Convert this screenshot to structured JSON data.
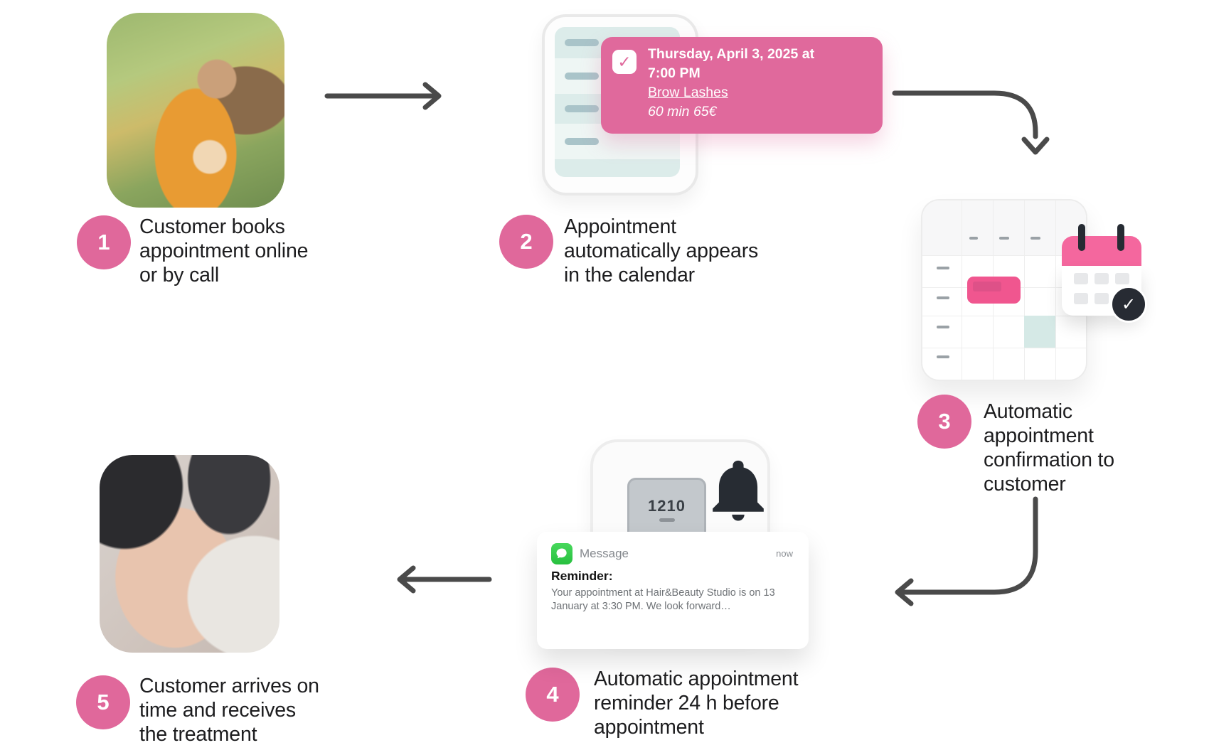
{
  "colors": {
    "accent_pink": "#e0689b",
    "event_pink": "#f0568f",
    "mini_calendar_pink": "#f4679e",
    "arrow_gray": "#4a4a4a",
    "dark_icon": "#272c33",
    "message_green": "#34c759",
    "mint_light": "#dcecea",
    "text_dark": "#1d1d1f"
  },
  "icons": {
    "check_glyph": "✓"
  },
  "steps": [
    {
      "number": "1",
      "lines": [
        "Customer books",
        "appointment online",
        "or by call"
      ]
    },
    {
      "number": "2",
      "lines": [
        "Appointment",
        "automatically appears",
        "in the calendar"
      ]
    },
    {
      "number": "3",
      "lines": [
        "Automatic",
        "appointment",
        "confirmation to",
        "customer"
      ]
    },
    {
      "number": "4",
      "lines": [
        "Automatic appointment",
        "reminder 24 h before",
        "appointment"
      ]
    },
    {
      "number": "5",
      "lines": [
        "Customer arrives on",
        "time and receives",
        "the treatment"
      ]
    }
  ],
  "booking_card": {
    "title_line1": "Thursday, April 3, 2025 at",
    "title_line2": "7:00 PM",
    "service": "Brow Lashes",
    "details": "60 min 65€"
  },
  "phone_clock": {
    "time": "1210"
  },
  "reminder": {
    "app_label": "Message",
    "timestamp": "now",
    "heading": "Reminder:",
    "body_line1": "Your appointment at Hair&Beauty Studio is on 13",
    "body_line2": "January at 3:30 PM. We look forward…"
  }
}
